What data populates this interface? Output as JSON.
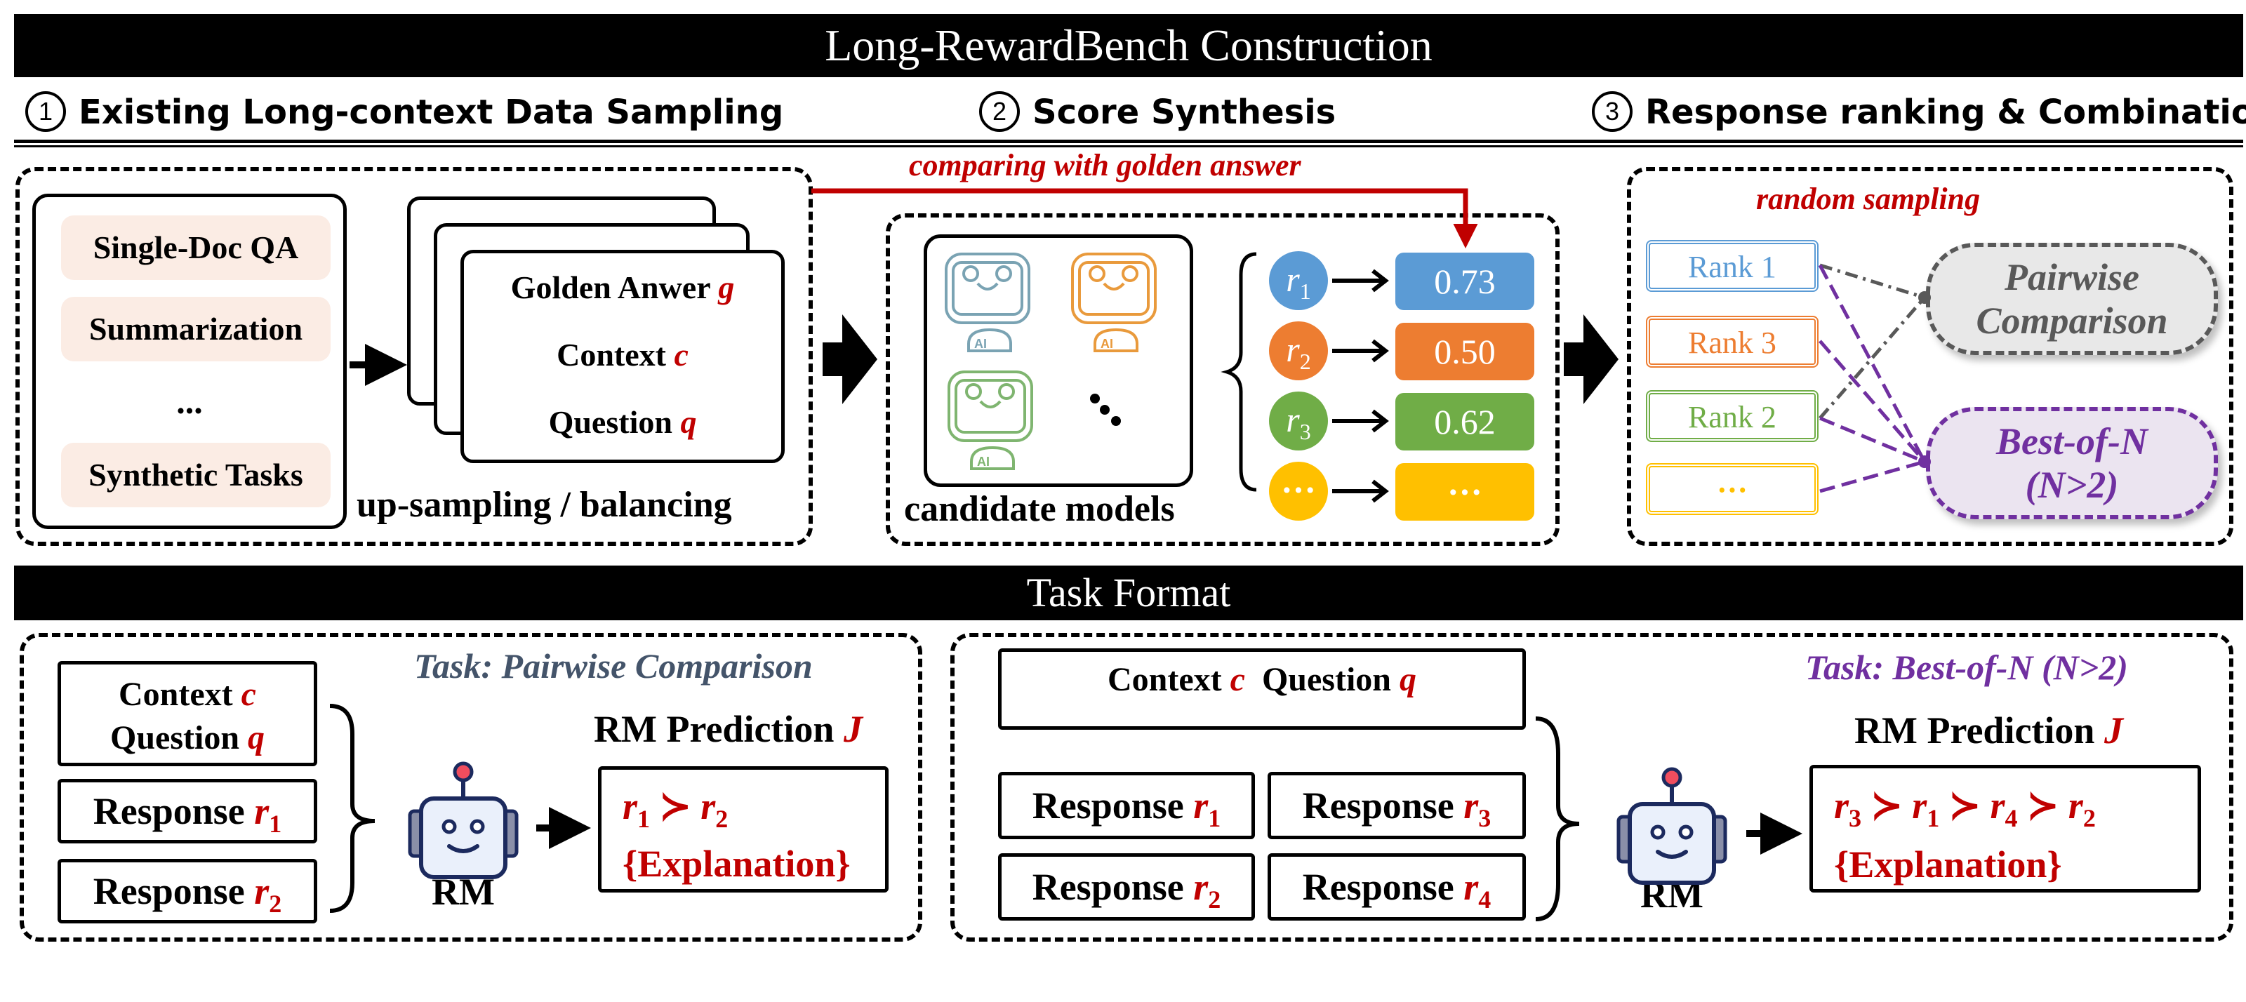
{
  "title": "Long-RewardBench Construction",
  "stages": [
    {
      "number": "1",
      "label": "Existing Long-context Data Sampling"
    },
    {
      "number": "2",
      "label": "Score Synthesis"
    },
    {
      "number": "3",
      "label": "Response ranking & Combination"
    }
  ],
  "stage1": {
    "tasks": [
      "Single-Doc QA",
      "Summarization",
      "...",
      "Synthetic Tasks"
    ],
    "card": {
      "golden_label": "Golden Anwer",
      "golden_var": "g",
      "context_label": "Context",
      "context_var": "c",
      "question_label": "Question",
      "question_var": "q"
    },
    "caption": "up-sampling / balancing"
  },
  "compare_label": "comparing with golden answer",
  "stage2": {
    "models_caption": "candidate models",
    "model_badge": "AI",
    "ellipsis": "⋱",
    "responses": [
      {
        "var": "r",
        "sub": "1",
        "score": "0.73",
        "color": "#5b9bd5"
      },
      {
        "var": "r",
        "sub": "2",
        "score": "0.50",
        "color": "#ed7d31"
      },
      {
        "var": "r",
        "sub": "3",
        "score": "0.62",
        "color": "#70ad47"
      },
      {
        "var": "",
        "sub": "",
        "label": "···",
        "score": "···",
        "color": "#ffc000"
      }
    ]
  },
  "stage3": {
    "random_label": "random sampling",
    "ranks": [
      {
        "label": "Rank 1",
        "color": "#5b9bd5"
      },
      {
        "label": "Rank 3",
        "color": "#ed7d31"
      },
      {
        "label": "Rank 2",
        "color": "#70ad47"
      },
      {
        "label": "···",
        "color": "#ffc000"
      }
    ],
    "pairwise": {
      "line1": "Pairwise",
      "line2": "Comparison",
      "color": "#595959"
    },
    "bon": {
      "line1": "Best-of-N",
      "line2": "(N>2)",
      "color": "#7030a0"
    }
  },
  "task_format_title": "Task Format",
  "pairwise_task": {
    "title": "Task: Pairwise Comparison",
    "title_color": "#44546a",
    "context_label": "Context",
    "context_var": "c",
    "question_label": "Question",
    "question_var": "q",
    "responses": [
      {
        "label": "Response",
        "var": "r",
        "sub": "1"
      },
      {
        "label": "Response",
        "var": "r",
        "sub": "2"
      }
    ],
    "rm_label": "RM",
    "prediction_label": "RM Prediction",
    "prediction_var": "J",
    "ranking": [
      {
        "var": "r",
        "sub": "1"
      },
      {
        "var": "r",
        "sub": "2"
      }
    ],
    "explanation": "{Explanation}"
  },
  "bon_task": {
    "title": "Task: Best-of-N (N>2)",
    "title_color": "#7030a0",
    "context_label": "Context",
    "context_var": "c",
    "question_label": "Question",
    "question_var": "q",
    "responses": [
      {
        "label": "Response",
        "var": "r",
        "sub": "1"
      },
      {
        "label": "Response",
        "var": "r",
        "sub": "3"
      },
      {
        "label": "Response",
        "var": "r",
        "sub": "2"
      },
      {
        "label": "Response",
        "var": "r",
        "sub": "4"
      }
    ],
    "rm_label": "RM",
    "prediction_label": "RM Prediction",
    "prediction_var": "J",
    "ranking": [
      {
        "var": "r",
        "sub": "3"
      },
      {
        "var": "r",
        "sub": "1"
      },
      {
        "var": "r",
        "sub": "4"
      },
      {
        "var": "r",
        "sub": "2"
      }
    ],
    "explanation": "{Explanation}"
  },
  "precedes_symbol": "≻"
}
